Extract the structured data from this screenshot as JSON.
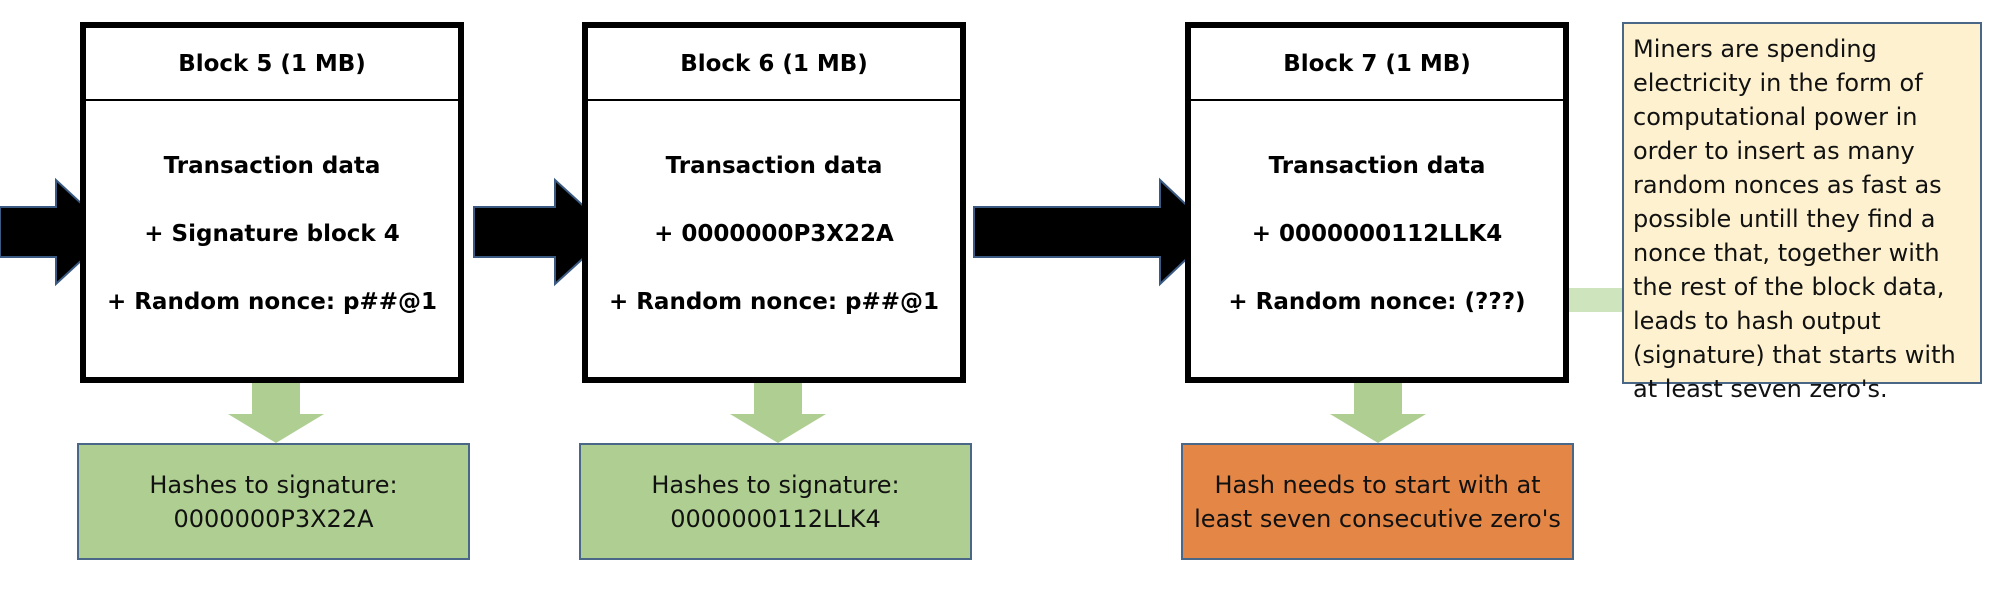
{
  "blocks": [
    {
      "title": "Block 5 (1 MB)",
      "line1": "Transaction data",
      "line2": "+ Signature block 4",
      "line3": "+ Random nonce: p##@1"
    },
    {
      "title": "Block 6 (1 MB)",
      "line1": "Transaction data",
      "line2": "+ 0000000P3X22A",
      "line3": "+ Random nonce: p##@1"
    },
    {
      "title": "Block 7 (1 MB)",
      "line1": "Transaction data",
      "line2": "+ 0000000112LLK4",
      "line3": "+ Random nonce: (???)"
    }
  ],
  "hashes": [
    {
      "line1": "Hashes to signature:",
      "line2": "0000000P3X22A"
    },
    {
      "line1": "Hashes to signature:",
      "line2": "0000000112LLK4"
    },
    {
      "line1": "Hash needs to start with at",
      "line2": "least seven consecutive zero's"
    }
  ],
  "note": {
    "text": "Miners are spending electricity in the form of computational power in order to insert as many random nonces as fast as possible untill they find a nonce that, together with the rest of the block data, leads to hash output (signature) that starts with at least seven zero's."
  },
  "colors": {
    "ok_fill": "#afcf92",
    "warn_fill": "#e38646",
    "arrow_black": "#000000",
    "arrow_green": "#afcf92",
    "arrow_note": "#cde4bc",
    "note_fill": "#fdf1cf",
    "box_border": "#4a6788"
  }
}
